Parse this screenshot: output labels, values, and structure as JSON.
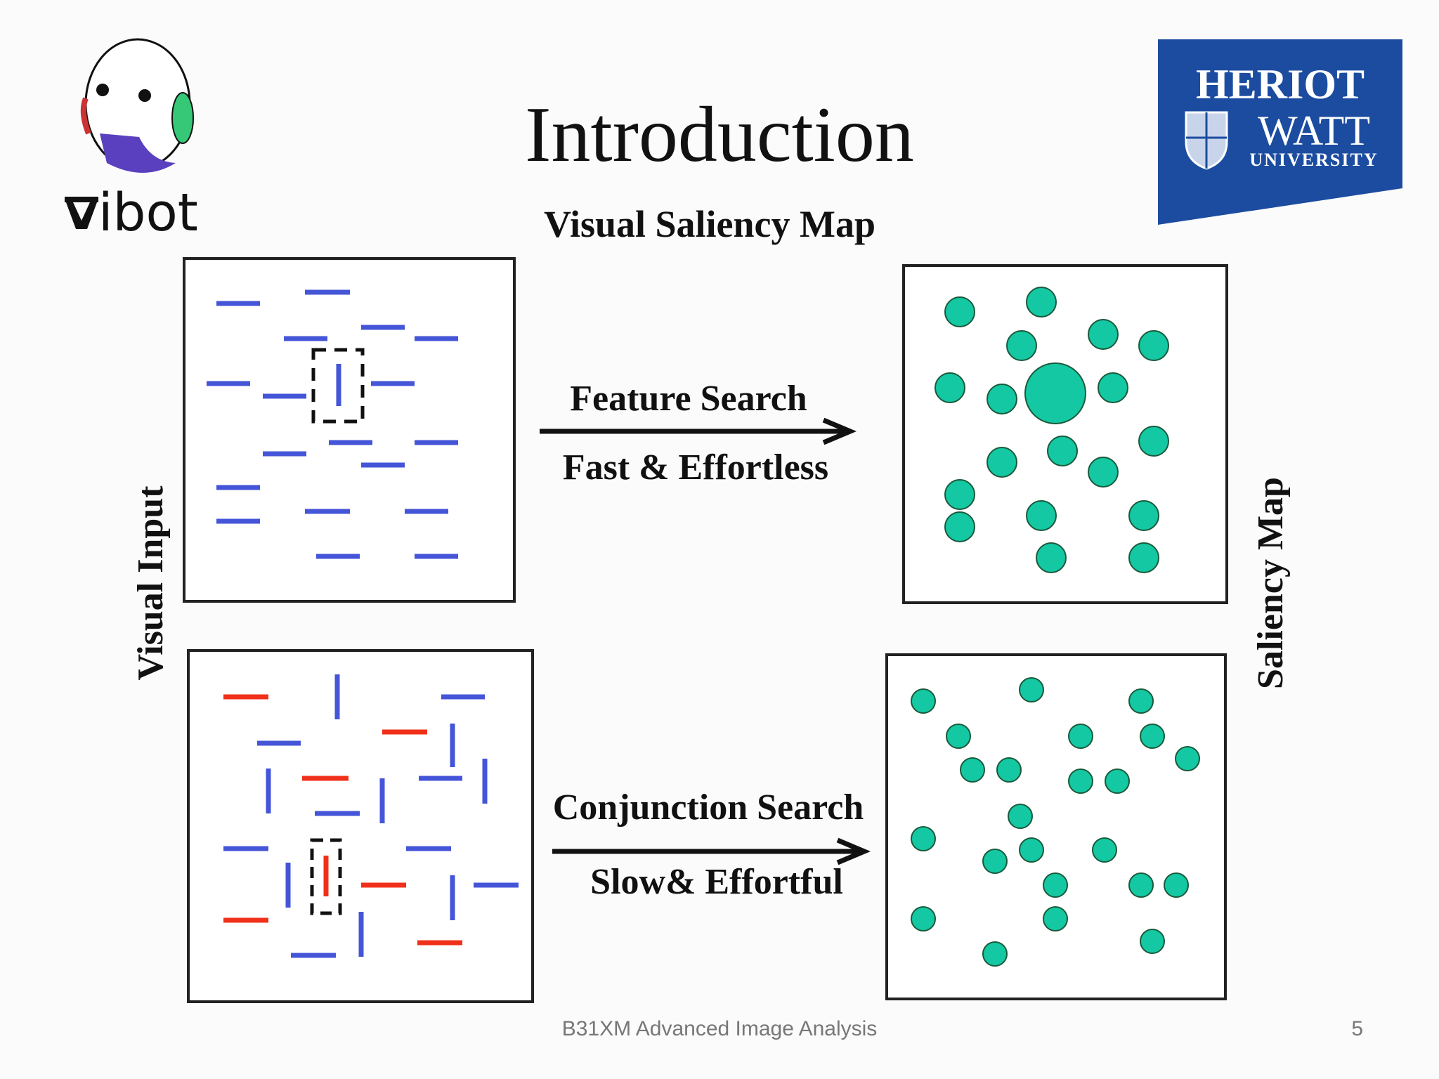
{
  "slide": {
    "title": "Introduction",
    "subtitle": "Visual Saliency Map",
    "left_axis_label": "Visual Input",
    "right_axis_label": "Saliency Map",
    "feature_search": {
      "label": "Feature Search",
      "caption": "Fast & Effortless"
    },
    "conjunction_search": {
      "label": "Conjunction Search",
      "caption": "Slow& Effortful"
    },
    "footer": "B31XM Advanced Image Analysis",
    "page_number": "5"
  },
  "logos": {
    "left": {
      "text": "ibot",
      "icon": "robot-face-icon"
    },
    "right": {
      "line1": "HERIOT",
      "line2": "WATT",
      "line3": "UNIVERSITY",
      "background": "#1c4ca0"
    }
  },
  "colors": {
    "blue_bar": "#4455d8",
    "red_bar": "#f0301a",
    "saliency_dot": "#14c8a4",
    "box_border": "#222222"
  }
}
